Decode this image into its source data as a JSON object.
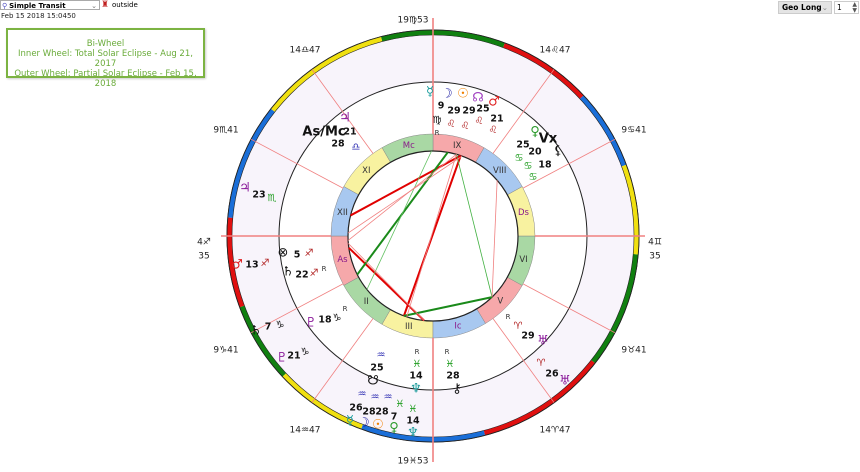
{
  "toolbar": {
    "chart_type": "Simple Transit",
    "chart_type_icon": "search-chart-icon",
    "figure_icon": "person-figure-icon",
    "placement": "outside",
    "datetime": "Feb 15 2018 15:0450",
    "coord_select": "Geo Long",
    "spinner_value": "1"
  },
  "info_box": {
    "title": "Bi-Wheel",
    "inner": "Inner Wheel: Total Solar Eclipse - Aug 21, 2017",
    "outer": "Outer Wheel: Partial Solar Eclipse - Feb 15, 2018"
  },
  "colors": {
    "fire": "#e01010",
    "earth": "#108010",
    "air": "#f0e010",
    "water": "#1a6ed8",
    "house_fire": "#f6a8aa",
    "house_earth": "#a9d8a4",
    "house_air": "#f8f2a0",
    "house_water": "#a8c8f0",
    "chart_bg": "#f8f4fb",
    "cusp_line": "#f08080",
    "info_green": "#6aab3a"
  },
  "cusps": [
    {
      "house": "1",
      "label": "4♐",
      "label2": "35",
      "longitude": 244.58
    },
    {
      "house": "2",
      "label": "9♑41",
      "longitude": 279.68
    },
    {
      "house": "3",
      "label": "14♒47",
      "longitude": 314.78
    },
    {
      "house": "4",
      "label": "19♓53",
      "longitude": 349.88
    },
    {
      "house": "5",
      "label": "14♈47",
      "longitude": 14.78
    },
    {
      "house": "6",
      "label": "9♉41",
      "longitude": 39.68
    },
    {
      "house": "7",
      "label": "4♊",
      "label2": "35",
      "longitude": 64.58
    },
    {
      "house": "8",
      "label": "9♋41",
      "longitude": 99.68
    },
    {
      "house": "9",
      "label": "14♌47",
      "longitude": 134.78
    },
    {
      "house": "10",
      "label": "19♍53",
      "longitude": 169.88
    },
    {
      "house": "11",
      "label": "14♎47",
      "longitude": 194.78
    },
    {
      "house": "12",
      "label": "9♏41",
      "longitude": 219.68
    }
  ],
  "houses": [
    "As",
    "II",
    "III",
    "Ic",
    "V",
    "VI",
    "Ds",
    "VIII",
    "IX",
    "Mc",
    "XI",
    "XII"
  ],
  "inner_planets": [
    {
      "name": "mercury",
      "glyph": "☿",
      "deg": "9",
      "sign": "♍",
      "retro": "R",
      "color": "#179c9c"
    },
    {
      "name": "moon",
      "glyph": "☽",
      "deg": "29",
      "sign": "♌",
      "color": "#1a1aa0"
    },
    {
      "name": "sun",
      "glyph": "☉",
      "deg": "29",
      "sign": "♌",
      "color": "#f08000"
    },
    {
      "name": "north-node",
      "glyph": "☊",
      "deg": "25",
      "sign": "♌",
      "color": "#a040c0"
    },
    {
      "name": "mars",
      "glyph": "♂",
      "deg": "21",
      "sign": "♌",
      "color": "#e02020"
    },
    {
      "name": "venus",
      "glyph": "♀",
      "deg": "25",
      "sign": "♋",
      "color": "#2a9a2a"
    },
    {
      "name": "vertex",
      "glyph": "Vx",
      "deg": "20",
      "sign": "♋",
      "color": "#111111"
    },
    {
      "name": "lilith",
      "glyph": "⚸",
      "deg": "18",
      "sign": "♋",
      "color": "#111111"
    },
    {
      "name": "jupiter",
      "glyph": "♃",
      "deg": "21",
      "sign": "♎",
      "color": "#8a1a9a"
    },
    {
      "name": "as-mc-midpoint",
      "glyph": "As/Mc",
      "deg": "28",
      "color": "#111111"
    },
    {
      "name": "part-of-fortune",
      "glyph": "⊗",
      "deg": "5",
      "sign": "♐",
      "color": "#111111"
    },
    {
      "name": "saturn",
      "glyph": "♄",
      "deg": "22",
      "sign": "♐",
      "retro": "R",
      "color": "#111111"
    },
    {
      "name": "pluto",
      "glyph": "♇",
      "deg": "18",
      "sign": "♑",
      "retro": "R",
      "color": "#8a1a9a"
    },
    {
      "name": "south-node",
      "glyph": "☋",
      "deg": "25",
      "sign": "♒",
      "color": "#111111"
    },
    {
      "name": "neptune",
      "glyph": "♆",
      "deg": "14",
      "sign": "♓",
      "retro": "R",
      "color": "#1a9a9a"
    },
    {
      "name": "chiron",
      "glyph": "⚷",
      "deg": "28",
      "sign": "♓",
      "retro": "R",
      "color": "#111111"
    },
    {
      "name": "uranus",
      "glyph": "♅",
      "deg": "29",
      "sign": "♈",
      "retro": "R",
      "color": "#8a1a9a"
    }
  ],
  "outer_planets": [
    {
      "name": "jupiter",
      "glyph": "♃",
      "deg": "23",
      "sign": "♏",
      "color": "#8a1a9a"
    },
    {
      "name": "mars",
      "glyph": "♂",
      "deg": "13",
      "sign": "♐",
      "color": "#e02020"
    },
    {
      "name": "saturn",
      "glyph": "♄",
      "deg": "7",
      "sign": "♑",
      "color": "#111111"
    },
    {
      "name": "pluto",
      "glyph": "♇",
      "deg": "21",
      "sign": "♑",
      "color": "#8a1a9a"
    },
    {
      "name": "mercury",
      "glyph": "☿",
      "deg": "26",
      "sign": "♒",
      "color": "#179c9c"
    },
    {
      "name": "moon",
      "glyph": "☽",
      "deg": "28",
      "sign": "♒",
      "color": "#1a1aa0"
    },
    {
      "name": "sun",
      "glyph": "☉",
      "deg": "28",
      "sign": "♒",
      "color": "#f08000"
    },
    {
      "name": "venus",
      "glyph": "♀",
      "deg": "7",
      "sign": "♓",
      "color": "#2a9a2a"
    },
    {
      "name": "neptune",
      "glyph": "♆",
      "deg": "14",
      "sign": "♓",
      "color": "#1a9a9a"
    },
    {
      "name": "uranus",
      "glyph": "♅",
      "deg": "26",
      "sign": "♈",
      "color": "#8a1a9a"
    }
  ],
  "sign_colors": {
    "fire": "#b02020",
    "earth": "#111111",
    "air": "#2a2ab0",
    "water": "#1a9a1a"
  }
}
